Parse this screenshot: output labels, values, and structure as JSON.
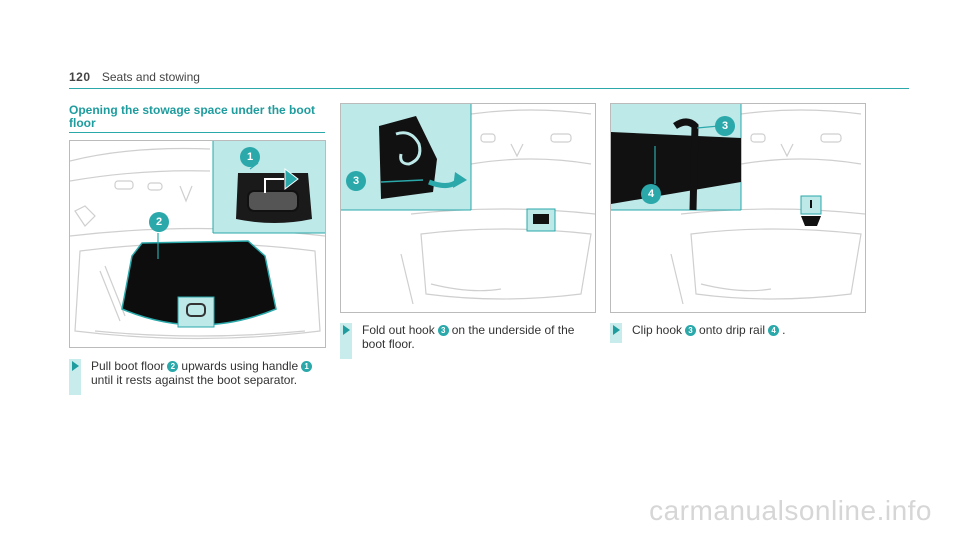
{
  "header": {
    "page_number": "120",
    "section": "Seats and stowing"
  },
  "section_title": {
    "line1": "Opening the stowage space under the boot",
    "line2": "floor"
  },
  "figures": {
    "fig1": {
      "callout1": "1",
      "callout2": "2"
    },
    "fig2": {
      "callout3": "3"
    },
    "fig3": {
      "callout3": "3",
      "callout4": "4"
    }
  },
  "steps": {
    "step1": {
      "pre": "Pull boot floor",
      "n1": "2",
      "mid": "upwards using handle",
      "n2": "1",
      "line2": "until it rests against the boot separator."
    },
    "step2": {
      "pre": "Fold out hook",
      "n1": "3",
      "mid": "on the underside of the",
      "line2": "boot floor."
    },
    "step3": {
      "pre": "Clip hook",
      "n1": "3",
      "mid": "onto drip rail",
      "n2": "4",
      "post": "."
    }
  },
  "watermark": "carmanualsonline.info",
  "colors": {
    "accent": "#2aa8aa",
    "highlight": "#bde9e9",
    "callout": "#2aa8aa"
  }
}
